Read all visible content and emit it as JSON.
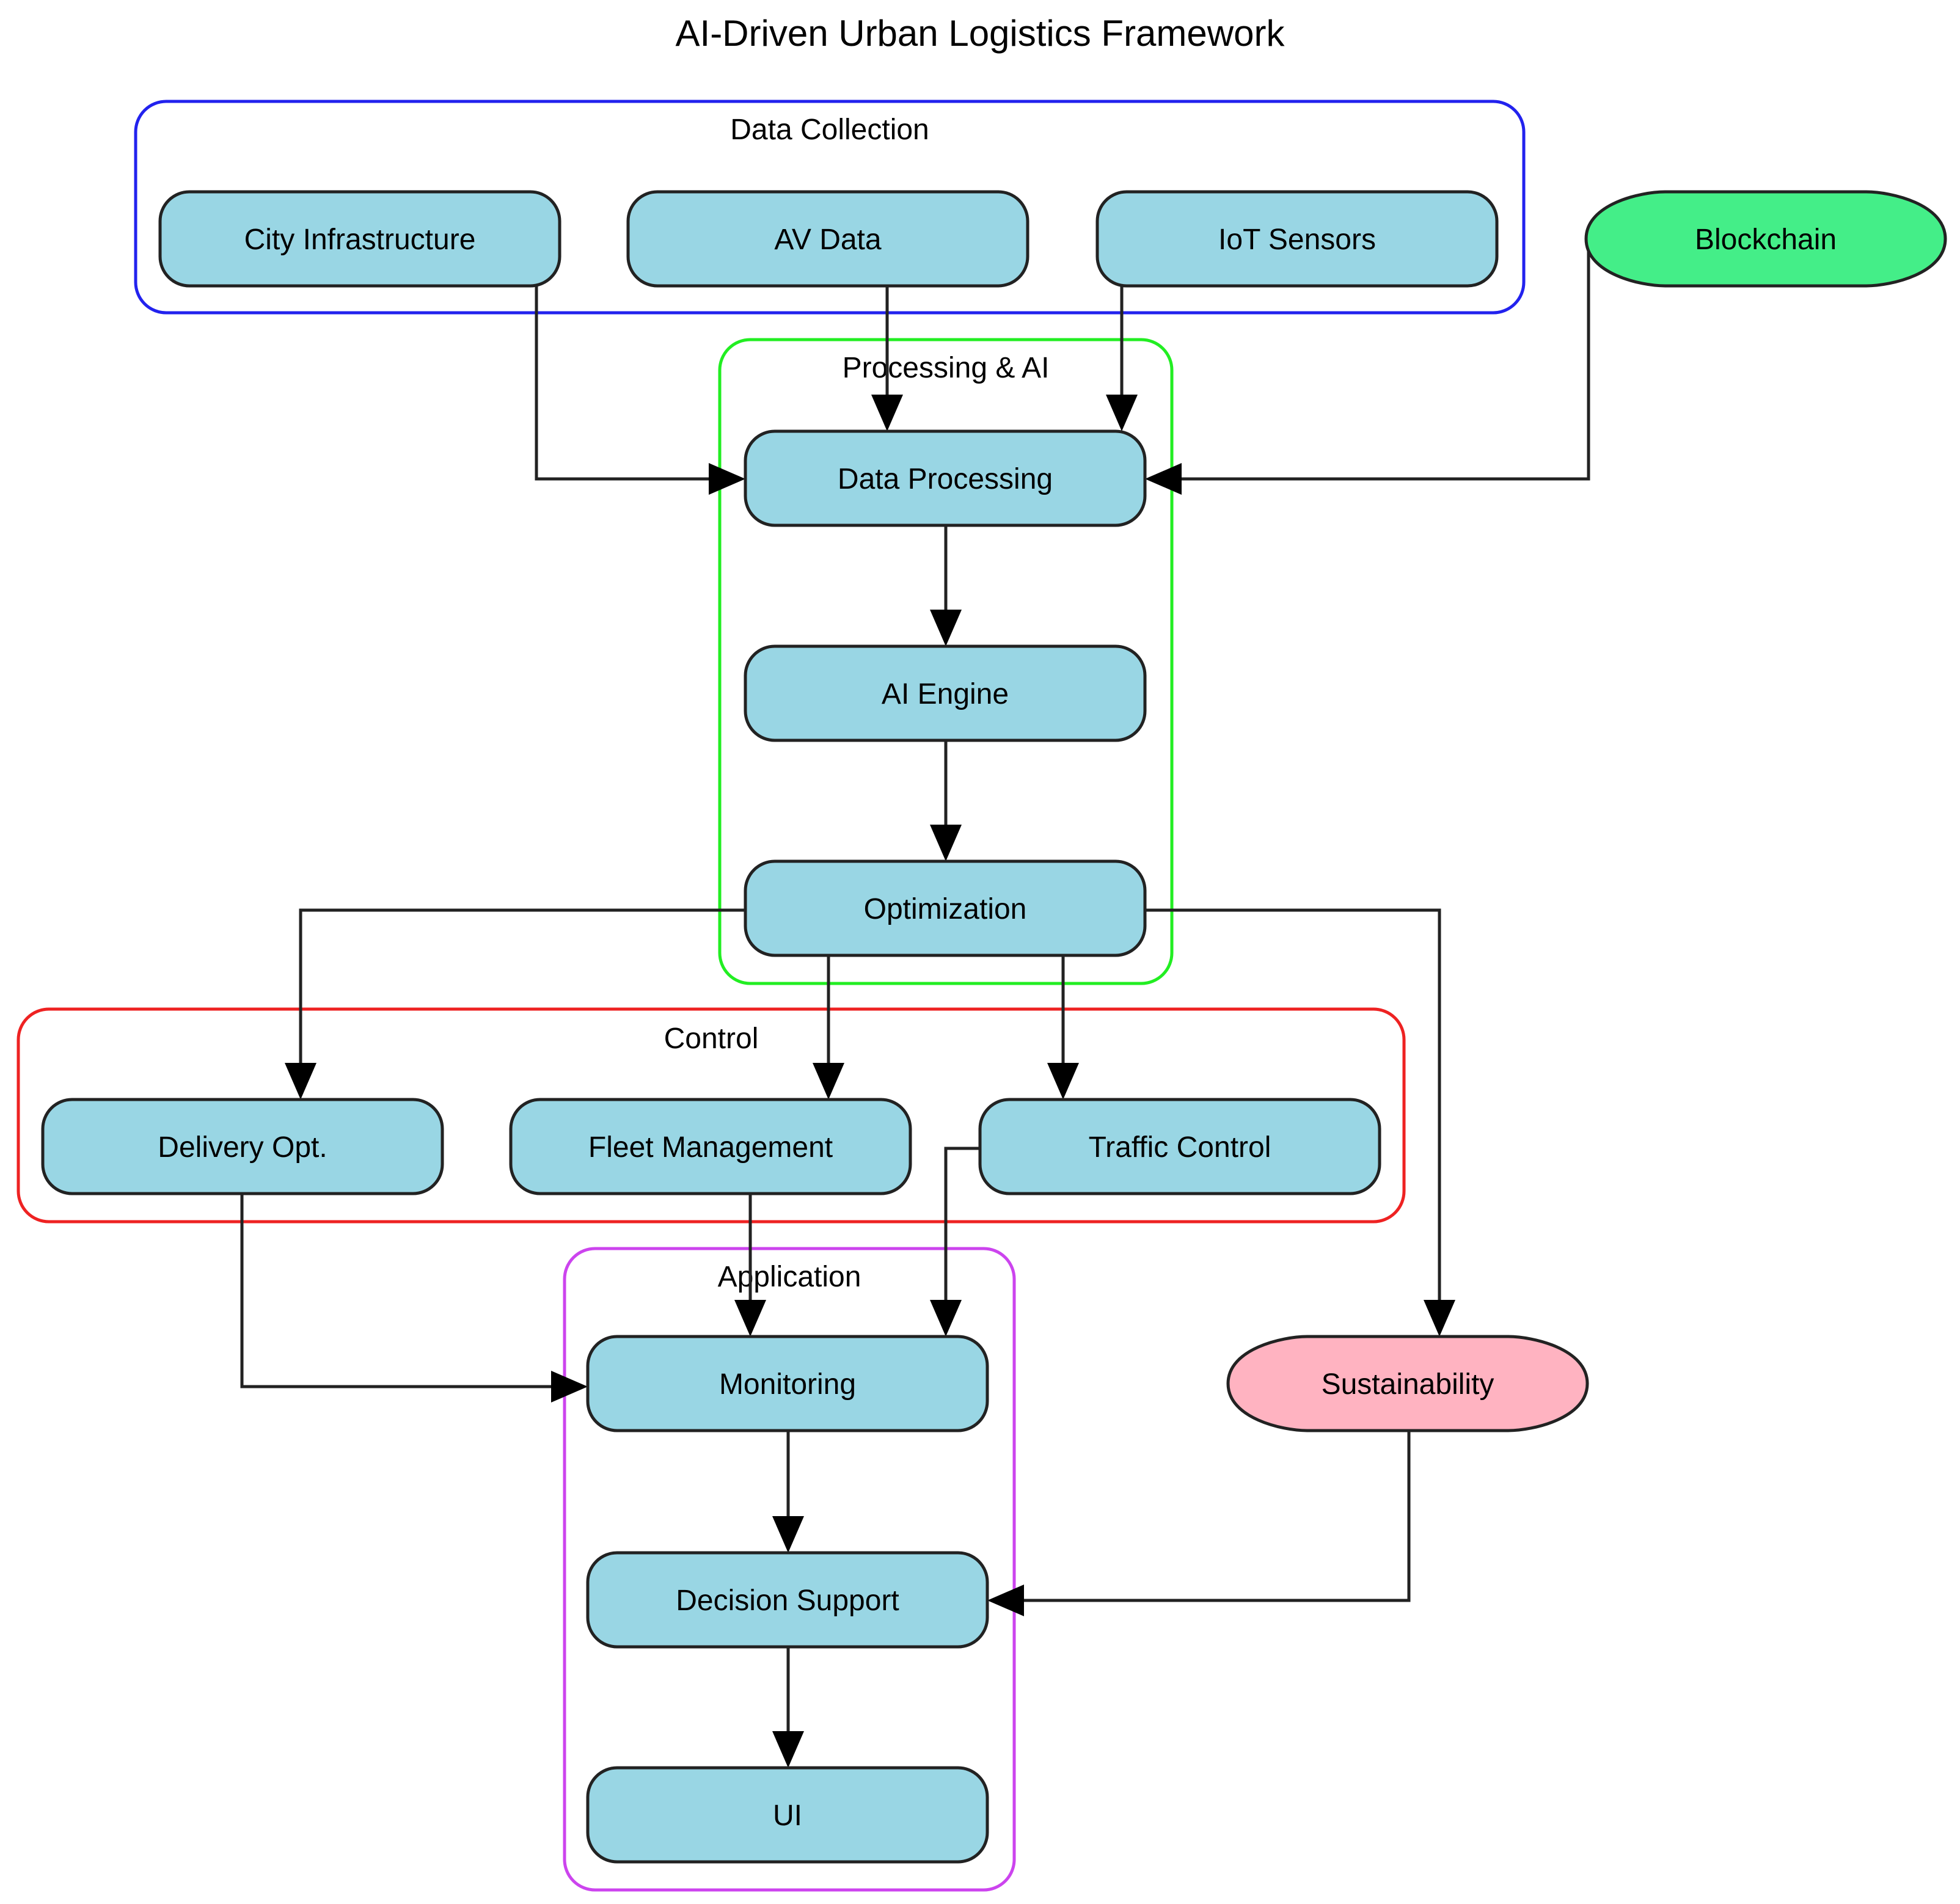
{
  "title": "AI-Driven Urban Logistics Framework",
  "colors": {
    "node_fill": "#99d6e4",
    "node_stroke": "#222222",
    "edge": "#222222",
    "blockchain_fill": "#44ee88",
    "sustainability_fill": "#ffb3c1"
  },
  "clusters": [
    {
      "id": "data_collection",
      "label": "Data Collection",
      "color": "#2222ee"
    },
    {
      "id": "processing_ai",
      "label": "Processing & AI",
      "color": "#22ee22"
    },
    {
      "id": "control",
      "label": "Control",
      "color": "#ee2222"
    },
    {
      "id": "application",
      "label": "Application",
      "color": "#cc44ee"
    }
  ],
  "nodes": [
    {
      "id": "city_infrastructure",
      "label": "City Infrastructure",
      "shape": "rounded-box",
      "cluster": "data_collection"
    },
    {
      "id": "av_data",
      "label": "AV Data",
      "shape": "rounded-box",
      "cluster": "data_collection"
    },
    {
      "id": "iot_sensors",
      "label": "IoT Sensors",
      "shape": "rounded-box",
      "cluster": "data_collection"
    },
    {
      "id": "blockchain",
      "label": "Blockchain",
      "shape": "hexagon"
    },
    {
      "id": "data_processing",
      "label": "Data Processing",
      "shape": "rounded-box",
      "cluster": "processing_ai"
    },
    {
      "id": "ai_engine",
      "label": "AI Engine",
      "shape": "rounded-box",
      "cluster": "processing_ai"
    },
    {
      "id": "optimization",
      "label": "Optimization",
      "shape": "rounded-box",
      "cluster": "processing_ai"
    },
    {
      "id": "delivery_opt",
      "label": "Delivery Opt.",
      "shape": "rounded-box",
      "cluster": "control"
    },
    {
      "id": "fleet_management",
      "label": "Fleet Management",
      "shape": "rounded-box",
      "cluster": "control"
    },
    {
      "id": "traffic_control",
      "label": "Traffic Control",
      "shape": "rounded-box",
      "cluster": "control"
    },
    {
      "id": "sustainability",
      "label": "Sustainability",
      "shape": "hexagon"
    },
    {
      "id": "monitoring",
      "label": "Monitoring",
      "shape": "rounded-box",
      "cluster": "application"
    },
    {
      "id": "decision_support",
      "label": "Decision Support",
      "shape": "rounded-box",
      "cluster": "application"
    },
    {
      "id": "ui",
      "label": "UI",
      "shape": "rounded-box",
      "cluster": "application"
    }
  ],
  "edges": [
    {
      "from": "city_infrastructure",
      "to": "data_processing"
    },
    {
      "from": "av_data",
      "to": "data_processing"
    },
    {
      "from": "iot_sensors",
      "to": "data_processing"
    },
    {
      "from": "blockchain",
      "to": "data_processing"
    },
    {
      "from": "data_processing",
      "to": "ai_engine"
    },
    {
      "from": "ai_engine",
      "to": "optimization"
    },
    {
      "from": "optimization",
      "to": "delivery_opt"
    },
    {
      "from": "optimization",
      "to": "fleet_management"
    },
    {
      "from": "optimization",
      "to": "traffic_control"
    },
    {
      "from": "optimization",
      "to": "sustainability"
    },
    {
      "from": "delivery_opt",
      "to": "monitoring"
    },
    {
      "from": "fleet_management",
      "to": "monitoring"
    },
    {
      "from": "traffic_control",
      "to": "monitoring"
    },
    {
      "from": "monitoring",
      "to": "decision_support"
    },
    {
      "from": "sustainability",
      "to": "decision_support"
    },
    {
      "from": "decision_support",
      "to": "ui"
    }
  ]
}
